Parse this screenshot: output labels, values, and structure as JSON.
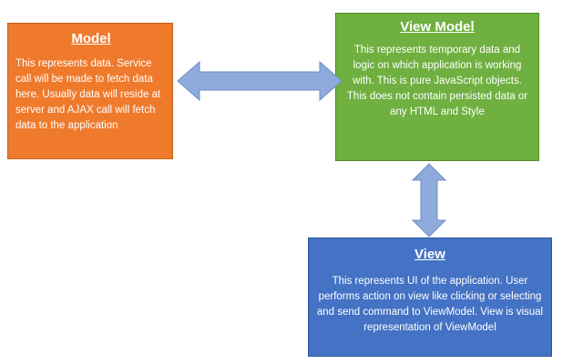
{
  "model": {
    "title": "Model",
    "body": "This represents data. Service call will be made to fetch data here. Usually data will reside at server and AJAX call will fetch data to the application",
    "color": "#f07a2c"
  },
  "view_model": {
    "title": "View Model",
    "body": "This represents temporary data and logic on which application is working with. This is pure JavaScript objects. This does not contain persisted data or any HTML and Style",
    "color": "#6fb040"
  },
  "view": {
    "title": "View",
    "body": "This represents UI of the application. User performs action on view like clicking or selecting and send command to ViewModel. View is visual representation of ViewModel",
    "color": "#4472c4"
  },
  "arrow_color": "#8faadc"
}
